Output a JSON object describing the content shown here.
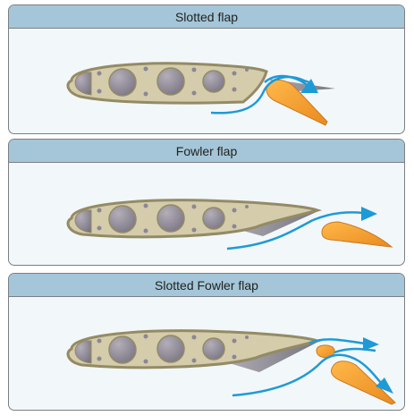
{
  "panels": [
    {
      "title": "Slotted flap"
    },
    {
      "title": "Fowler flap"
    },
    {
      "title": "Slotted Fowler flap"
    }
  ],
  "colors": {
    "header_background": "#a4c6d8",
    "panel_background": "#f2f7fa",
    "airfoil_fill": "#d4ccaa",
    "airfoil_outline": "#948b65",
    "lightening_hole": "#8c8794",
    "flap_orange": "#f29a2e",
    "airflow_arrow": "#1e9ad6",
    "trailing_edge_gray": "#8a8892"
  },
  "icons": [
    "airfoil-wing",
    "lightening-hole",
    "flap",
    "airflow-arrow"
  ]
}
